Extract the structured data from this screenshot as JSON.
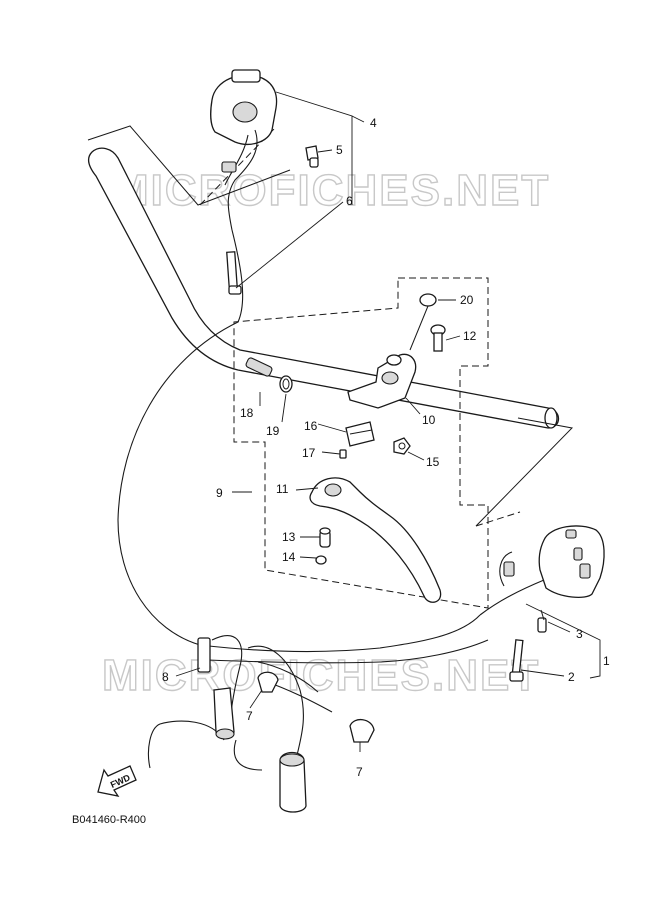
{
  "watermark": "MICROFICHES.NET",
  "diagram_code": "B041460-R400",
  "fwd_label": "FWD",
  "callouts": {
    "c1": "1",
    "c2": "2",
    "c3": "3",
    "c4": "4",
    "c5": "5",
    "c6": "6",
    "c7a": "7",
    "c7b": "7",
    "c8": "8",
    "c9": "9",
    "c10": "10",
    "c11": "11",
    "c12": "12",
    "c13": "13",
    "c14": "14",
    "c15": "15",
    "c16": "16",
    "c17": "17",
    "c18": "18",
    "c19": "19",
    "c20": "20"
  }
}
